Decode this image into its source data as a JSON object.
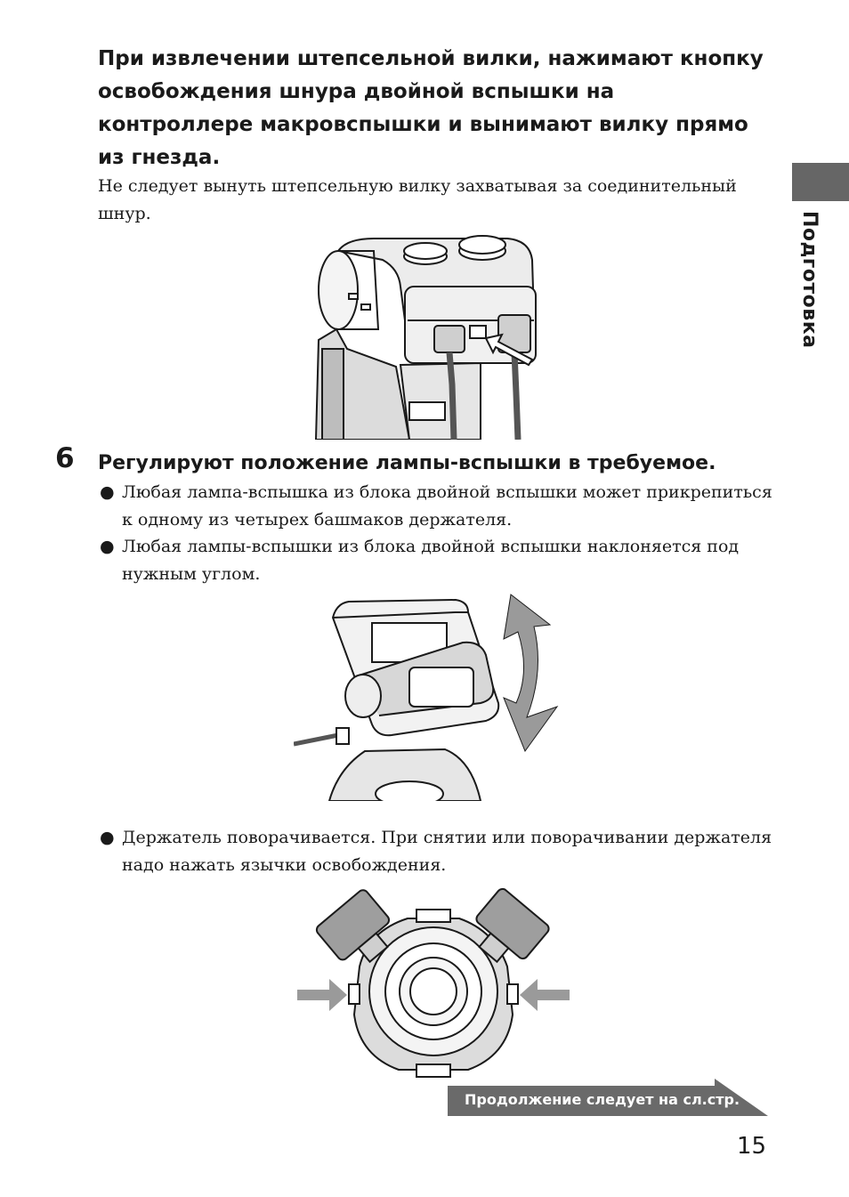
{
  "intro": {
    "heading": "При извлечении штепсельной вилки, нажимают кнопку освобождения шнура двойной вспышки на контроллере макровспышки и вынимают вилку прямо из гнезда.",
    "note": "Не следует вынуть штепсельную вилку захватывая за соединительный шнур."
  },
  "side_tab": {
    "label": "Подготовка"
  },
  "step": {
    "number": "6",
    "title": "Регулируют положение лампы-вспышки в требуемое.",
    "bullets": [
      "Любая лампа-вспышка из блока двойной вспышки может прикрепиться к одному из четырех башмаков держателя.",
      "Любая лампы-вспышки из блока двойной вспышки наклоняется под нужным углом.",
      "Держатель поворачивается. При снятии или поворачивании держателя надо нажать язычки освобождения."
    ]
  },
  "footer": {
    "continue_label": "Продолжение следует на сл.стр.",
    "page_number": "15"
  }
}
